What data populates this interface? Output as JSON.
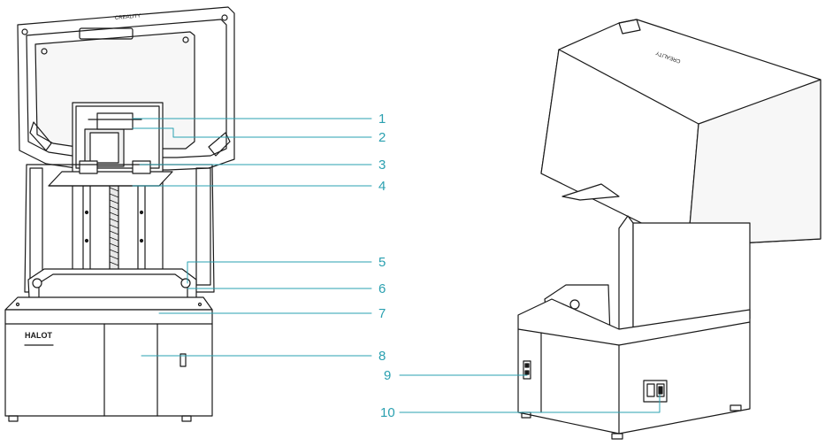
{
  "colors": {
    "stroke": "#1a1a1a",
    "callout": "#2aa0b0",
    "fill_light": "#ffffff",
    "fill_shade": "#f4f4f4"
  },
  "brand": {
    "front_logo": "HALOT",
    "lid_logo": "CREALITY"
  },
  "callouts": [
    {
      "number": "1"
    },
    {
      "number": "2"
    },
    {
      "number": "3"
    },
    {
      "number": "4"
    },
    {
      "number": "5"
    },
    {
      "number": "6"
    },
    {
      "number": "7"
    },
    {
      "number": "8"
    },
    {
      "number": "9"
    },
    {
      "number": "10"
    }
  ]
}
